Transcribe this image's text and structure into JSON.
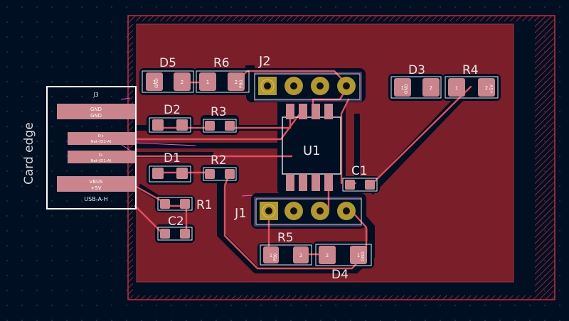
{
  "colors": {
    "background": "#001023",
    "grid_dot": "#2a3a55",
    "board_edge": "#d2283c",
    "copper_fill": "#7a1f2a",
    "copper_dark": "#4a1018",
    "trace": "#e0505a",
    "pad": "#c9848c",
    "pad_stroke": "#e6e6e6",
    "silk": "#e6e6e6",
    "courtyard": "#ffffff",
    "ratsnest": "#ff4fd8",
    "through_hole": "#b39830"
  },
  "labels": {
    "card_edge": "Card edge",
    "j3": "J3",
    "usb_footprint": "USB-A-H",
    "j3_pad_gnd_a": "GND",
    "j3_pad_gnd_b": "GND",
    "j3_pad_dplus_a": "D+",
    "j3_pad_dplus_b": "Net-(D2-A)",
    "j3_pad_dminus_a": "D-",
    "j3_pad_dminus_b": "Net-(D1-A)",
    "j3_pad_vbus_a": "VBUS",
    "j3_pad_vbus_b": "+5V",
    "d5": "D5",
    "r6": "R6",
    "j2": "J2",
    "d3": "D3",
    "r4": "R4",
    "d2": "D2",
    "r3": "R3",
    "u1": "U1",
    "d1": "D1",
    "r2": "R2",
    "r1": "R1",
    "c1": "C1",
    "c2": "C2",
    "j1": "J1",
    "r5": "R5",
    "d4": "D4",
    "pad_1": "1",
    "pad_2": "2",
    "net_gnd": "GND",
    "net_pb0": "PB0",
    "net_5v": "+5V",
    "net_small": "Net-"
  }
}
